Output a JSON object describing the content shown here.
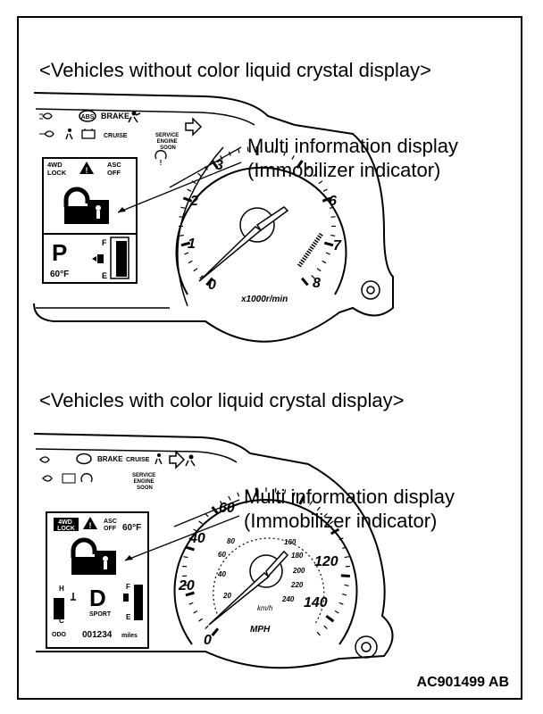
{
  "top_panel": {
    "caption": "<Vehicles without color liquid crystal display>",
    "callout_line1": "Multi information display",
    "callout_line2": "(Immobilizer indicator)",
    "warning_labels": {
      "abs": "ABS",
      "brake": "BRAKE",
      "cruise": "CRUISE",
      "service": [
        "SERVICE",
        "ENGINE",
        "SOON"
      ]
    },
    "display": {
      "four_wd": [
        "4WD",
        "LOCK"
      ],
      "asc": [
        "ASC",
        "OFF"
      ],
      "gear": "P",
      "temp": "60°F",
      "fuel_full": "F",
      "fuel_empty": "E"
    },
    "gauge": {
      "ticks": [
        "0",
        "1",
        "2",
        "3",
        "6",
        "7",
        "8"
      ],
      "unit": "x1000r/min"
    }
  },
  "bottom_panel": {
    "caption": "<Vehicles with color liquid crystal display>",
    "callout_line1": "Multi information display",
    "callout_line2": "(Immobilizer indicator)",
    "warning_labels": {
      "brake": "BRAKE",
      "cruise": "CRUISE",
      "service": [
        "SERVICE",
        "ENGINE",
        "SOON"
      ]
    },
    "display": {
      "four_wd": [
        "4WD",
        "LOCK"
      ],
      "asc": [
        "ASC",
        "OFF"
      ],
      "temp": "60°F",
      "gear": "D",
      "mode": "SPORT",
      "temp_hot": "H",
      "temp_cold": "C",
      "fuel_full": "F",
      "fuel_empty": "E",
      "odo_label": "ODO",
      "odometer": "001234",
      "odo_unit": "miles"
    },
    "gauge": {
      "mph_ticks": [
        "0",
        "20",
        "40",
        "60",
        "120",
        "140"
      ],
      "kmh_ticks": [
        "20",
        "40",
        "60",
        "80",
        "160",
        "180",
        "200",
        "220",
        "240"
      ],
      "kmh_label": "km/h",
      "mph_label": "MPH"
    }
  },
  "figure_id": "AC901499 AB"
}
